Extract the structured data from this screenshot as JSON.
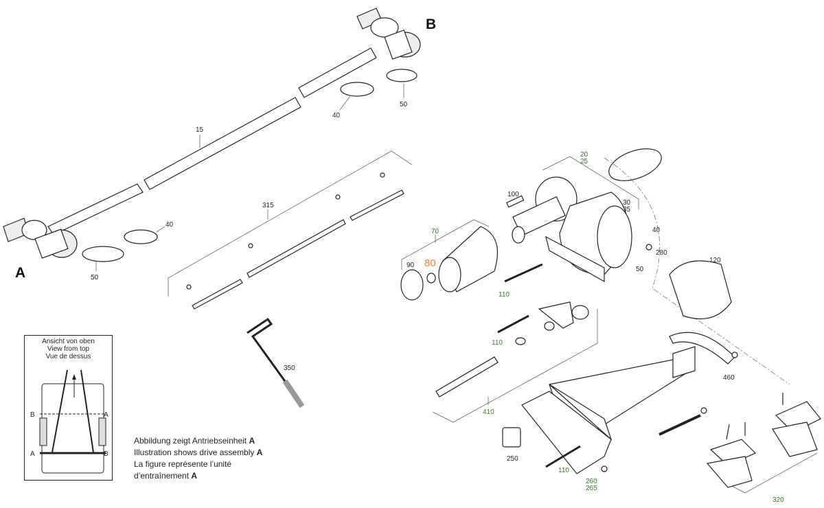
{
  "callouts": {
    "B": "B",
    "A": "A",
    "p15": "15",
    "p40_top": "40",
    "p50_top": "50",
    "p40_left": "40",
    "p50_left": "50",
    "p315": "315",
    "p350": "350",
    "p20": "20",
    "p25": "25",
    "p100": "100",
    "p30": "30",
    "p35": "35",
    "p40_motor": "40",
    "p280": "280",
    "p70": "70",
    "p90": "90",
    "p80": "80",
    "p50_motor": "50",
    "p120": "120",
    "p110_a": "110",
    "p110_b": "110",
    "p460": "460",
    "p410": "410",
    "p250": "250",
    "p110_c": "110",
    "p260": "260",
    "p265": "265",
    "p320": "320"
  },
  "inset": {
    "title_de": "Ansicht von oben",
    "title_en": "View from top",
    "title_fr": "Vue de dessus",
    "marks": {
      "b_left": "B",
      "a_right": "A",
      "a_left": "A",
      "b_right": "B"
    }
  },
  "caption": {
    "de": "Abbildung zeigt Antriebseinheit",
    "en": "Illustration shows drive assembly",
    "fr1": "La figure représente l’unité",
    "fr2": "d’entraînement",
    "unit": "A"
  },
  "colors": {
    "default_label": "#222222",
    "assembly_label": "#3a7d2a",
    "highlight_label": "#e8893a"
  }
}
